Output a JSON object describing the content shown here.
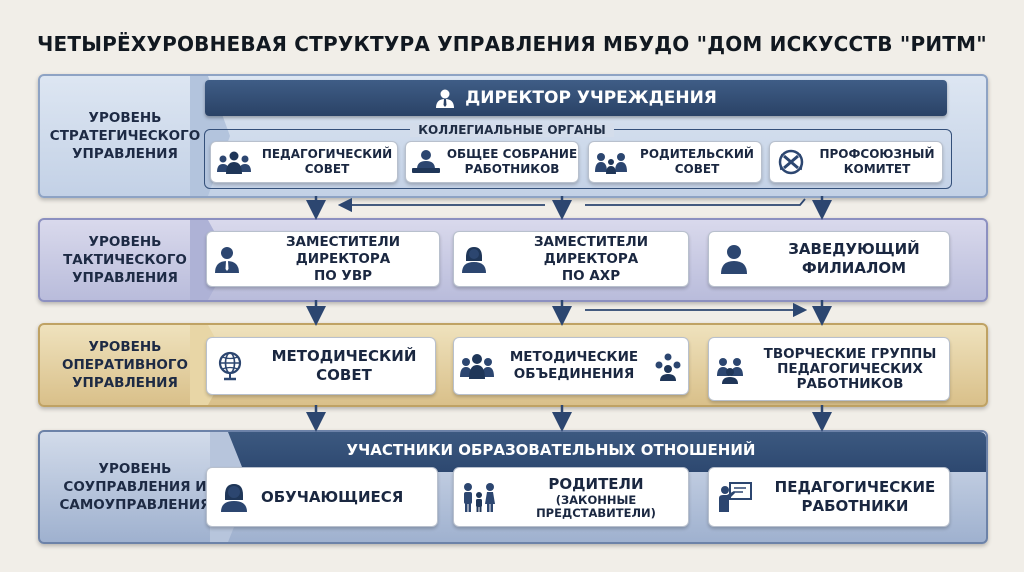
{
  "title": "ЧЕТЫРЁХУРОВНЕВАЯ СТРУКТУРА УПРАВЛЕНИЯ МБУДО \"ДОМ ИСКУССТВ \"РИТМ\"",
  "levels": {
    "strategic": "УРОВЕНЬ\nСТРАТЕГИЧЕСКОГО\nУПРАВЛЕНИЯ",
    "tactical": "УРОВЕНЬ\nТАКТИЧЕСКОГО\nУПРАВЛЕНИЯ",
    "operative": "УРОВЕНЬ\nОПЕРАТИВНОГО\nУПРАВЛЕНИЯ",
    "self": "УРОВЕНЬ\nСОУПРАВЛЕНИЯ И\nСАМОУПРАВЛЕНИЯ"
  },
  "director": "ДИРЕКТОР УЧРЕЖДЕНИЯ",
  "collegial_title": "КОЛЛЕГИАЛЬНЫЕ ОРГАНЫ",
  "collegial": [
    {
      "label": "ПЕДАГОГИЧЕСКИЙ\nСОВЕТ",
      "icon": "group-icon"
    },
    {
      "label": "ОБЩЕЕ СОБРАНИЕ\nРАБОТНИКОВ",
      "icon": "meeting-icon"
    },
    {
      "label": "РОДИТЕЛЬСКИЙ\nСОВЕТ",
      "icon": "family-group-icon"
    },
    {
      "label": "ПРОФСОЮЗНЫЙ\nКОМИТЕТ",
      "icon": "emblem-icon"
    }
  ],
  "tactical": [
    {
      "label": "ЗАМЕСТИТЕЛИ ДИРЕКТОРА\nПО УВР",
      "icon": "manager-icon"
    },
    {
      "label": "ЗАМЕСТИТЕЛИ ДИРЕКТОРА\nПО АХР",
      "icon": "manager-female-icon"
    },
    {
      "label": "ЗАВЕДУЮЩИЙ\nФИЛИАЛОМ",
      "icon": "person-icon"
    }
  ],
  "operative": [
    {
      "label": "МЕТОДИЧЕСКИЙ\nСОВЕТ",
      "icon": "globe-icon"
    },
    {
      "label": "МЕТОДИЧЕСКИЕ\nОБЪЕДИНЕНИЯ",
      "icon": "team-icon"
    },
    {
      "label": "ТВОРЧЕСКИЕ ГРУППЫ\nПЕДАГОГИЧЕСКИХ\nРАБОТНИКОВ",
      "icon": "creative-group-icon"
    }
  ],
  "participants_title": "УЧАСТНИКИ ОБРАЗОВАТЕЛЬНЫХ  ОТНОШЕНИЙ",
  "participants": [
    {
      "label": "ОБУЧАЮЩИЕСЯ",
      "icon": "student-icon"
    },
    {
      "label": "РОДИТЕЛИ",
      "sub": "(ЗАКОННЫЕ\nПРЕДСТАВИТЕЛИ)",
      "icon": "family-icon"
    },
    {
      "label": "ПЕДАГОГИЧЕСКИЕ\nРАБОТНИКИ",
      "icon": "teacher-icon"
    }
  ],
  "colors": {
    "navy": "#2c4670",
    "accent_gold": "#d9c08a"
  }
}
